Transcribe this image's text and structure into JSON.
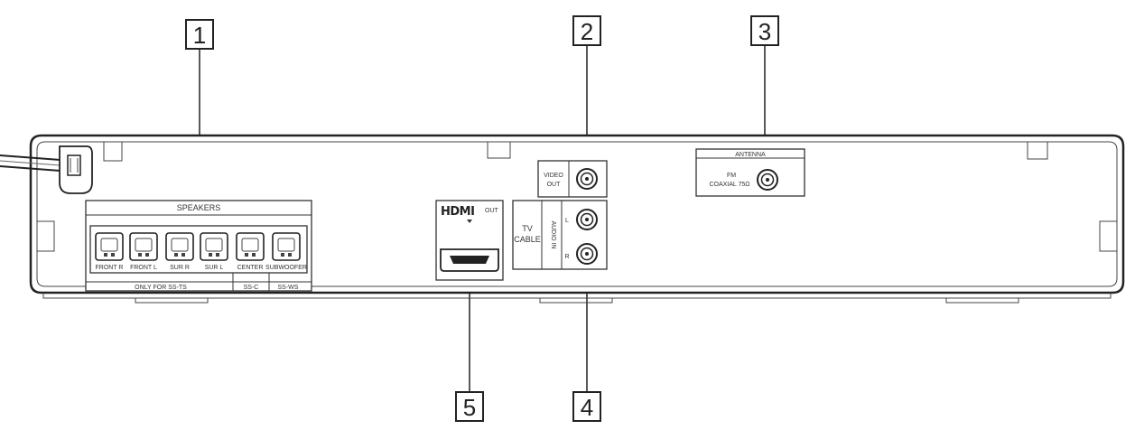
{
  "callouts": [
    "1",
    "2",
    "3",
    "4",
    "5"
  ],
  "speakers": {
    "title": "SPEAKERS",
    "port_labels": [
      "FRONT R",
      "FRONT L",
      "SUR R",
      "SUR L",
      "CENTER",
      "SUBWOOFER"
    ],
    "group_labels": [
      "ONLY FOR SS-TS",
      "SS-C",
      "SS-WS"
    ]
  },
  "hdmi": {
    "logo": "HDMI",
    "label": "OUT"
  },
  "video": {
    "label_line1": "VIDEO",
    "label_line2": "OUT"
  },
  "audio": {
    "source_line1": "TV",
    "source_line2": "CABLE",
    "label": "AUDIO IN",
    "left": "L",
    "right": "R"
  },
  "antenna": {
    "title": "ANTENNA",
    "label_line1": "FM",
    "label_line2": "COAXIAL 75Ω"
  }
}
